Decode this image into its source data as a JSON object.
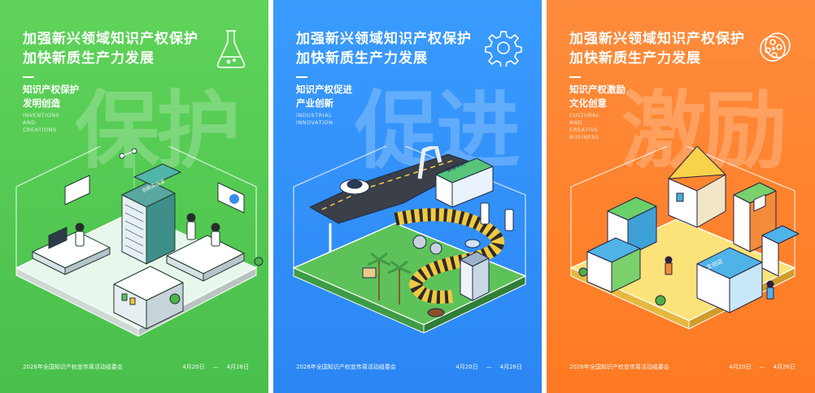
{
  "posters": [
    {
      "headline": [
        "加强新兴领域知识产权保护",
        "加快新质生产力发展"
      ],
      "subtitle": [
        "知识产权保护",
        "发明创造"
      ],
      "english": [
        "INVENTIONS",
        "AND",
        "CREATIONS"
      ],
      "big_chars": "保护",
      "organizer": "2026年全国知识产权宣传周活动组委会",
      "date_start": "4月20日",
      "date_sep": "—",
      "date_end": "4月26日",
      "sign_text": "创新实验室",
      "icon": "flask-icon",
      "color": "#52c853"
    },
    {
      "headline": [
        "加强新兴领域知识产权保护",
        "加快新质生产力发展"
      ],
      "subtitle": [
        "知识产权促进",
        "产业创新"
      ],
      "english": [
        "INDUSTRIAL",
        "INNOVATION"
      ],
      "big_chars": "促进",
      "organizer": "2026年全国知识产权宣传周活动组委会",
      "date_start": "4月20日",
      "date_sep": "—",
      "date_end": "4月26日",
      "sign_text": "智造车间",
      "icon": "gear-icon",
      "color": "#3492fb"
    },
    {
      "headline": [
        "加强新兴领域知识产权保护",
        "加快新质生产力发展"
      ],
      "subtitle": [
        "知识产权激励",
        "文化创意"
      ],
      "english": [
        "CULTURAL",
        "AND",
        "CREATIVE",
        "BUSINESS"
      ],
      "big_chars": "激励",
      "organizer": "2026年全国知识产权宣传周活动组委会",
      "date_start": "4月20日",
      "date_sep": "—",
      "date_end": "4月26日",
      "sign_text": "文创店",
      "icon": "film-reel-icon",
      "color": "#ff8530"
    }
  ]
}
